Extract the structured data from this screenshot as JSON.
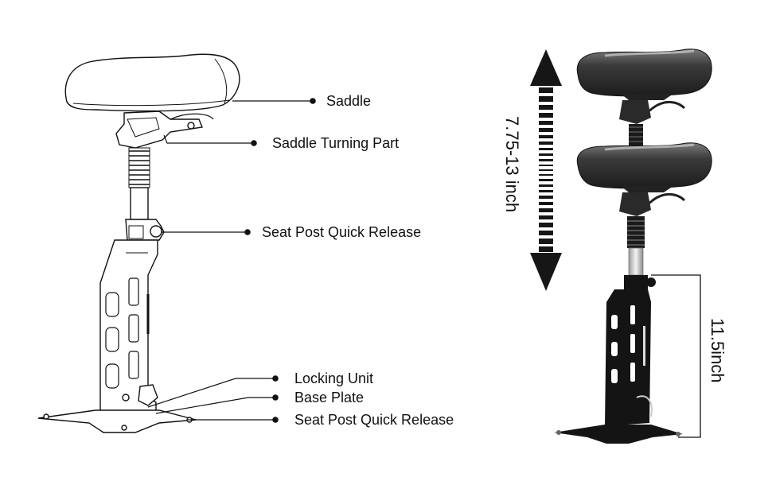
{
  "callouts": [
    {
      "id": "saddle",
      "text": "Saddle"
    },
    {
      "id": "saddle-turning-part",
      "text": "Saddle Turning Part"
    },
    {
      "id": "seat-post-quick-release",
      "text": "Seat Post Quick Release"
    },
    {
      "id": "locking-unit",
      "text": "Locking Unit"
    },
    {
      "id": "base-plate",
      "text": "Base Plate"
    },
    {
      "id": "seat-post-quick-release-bottom",
      "text": "Seat Post Quick Release"
    }
  ],
  "dimensions": {
    "adjust_range": "7.75-13 inch",
    "post_height": "11.5inch"
  },
  "colors": {
    "line": "#111111",
    "sketch_fill": "#ffffff",
    "seat_dark": "#2b2b2b",
    "seat_light": "#6a6a6a",
    "metal_dark": "#141414",
    "chrome": "#d9d9d9"
  }
}
